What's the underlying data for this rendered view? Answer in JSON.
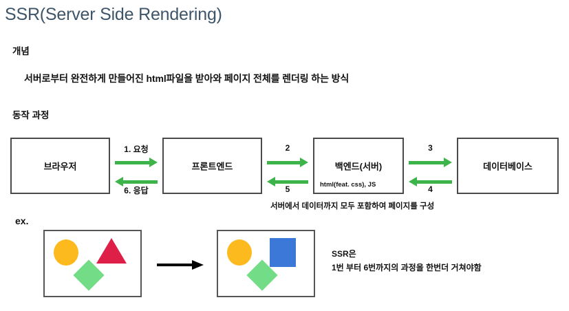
{
  "title": "SSR(Server Side Rendering)",
  "sections": {
    "concept": {
      "heading": "개념",
      "text": "서버로부터 완전하게 만들어진 html파일을 받아와 페이지 전체를 렌더링 하는 방식"
    },
    "process": {
      "heading": "동작 과정",
      "caption": "서버에서 데이터까지 모두 포함하여 페이지를 구성",
      "nodes": [
        {
          "id": "browser",
          "label": "브라우저",
          "sublabel": ""
        },
        {
          "id": "frontend",
          "label": "프론트엔드",
          "sublabel": ""
        },
        {
          "id": "backend",
          "label": "백엔드(서버)",
          "sublabel": "html(feat. css), JS"
        },
        {
          "id": "database",
          "label": "데이터베이스",
          "sublabel": ""
        }
      ],
      "arrow_groups": [
        {
          "id": "browser-frontend",
          "forward_label": "1. 요청",
          "backward_label": "6. 응답"
        },
        {
          "id": "frontend-backend",
          "forward_label": "2",
          "backward_label": "5"
        },
        {
          "id": "backend-database",
          "forward_label": "3",
          "backward_label": "4"
        }
      ],
      "arrow_color": "#3cb44a"
    },
    "example": {
      "label": "ex.",
      "before": {
        "shapes": [
          {
            "name": "circle",
            "color": "#FDBA1E"
          },
          {
            "name": "triangle",
            "color": "#DE2049"
          },
          {
            "name": "diamond",
            "color": "#72DC86"
          }
        ]
      },
      "after": {
        "shapes": [
          {
            "name": "circle",
            "color": "#FDBA1E"
          },
          {
            "name": "square",
            "color": "#3C78D8"
          },
          {
            "name": "diamond",
            "color": "#72DC86"
          }
        ]
      },
      "note_line1": "SSR은",
      "note_line2": "1번 부터 6번까지의 과정을 한번더 거쳐야함",
      "transition_arrow_color": "#000000"
    }
  },
  "colors": {
    "title": "#3e5569",
    "text": "#111111",
    "box_border": "#4a4a4a",
    "accent_green": "#3cb44a"
  }
}
